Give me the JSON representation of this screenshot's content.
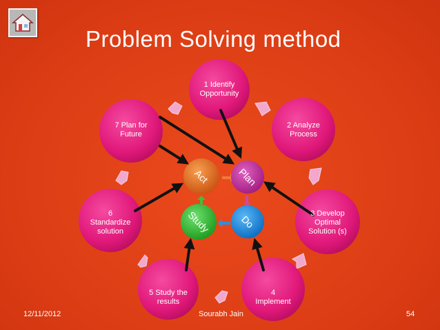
{
  "title": "Problem Solving method",
  "home_icon": "home-icon",
  "nodes": [
    {
      "id": "1",
      "text": "1 Identify Opportunity",
      "lines": [
        "1 Identify",
        "Opportunity"
      ]
    },
    {
      "id": "2",
      "text": "2 Analyze Process",
      "lines": [
        "2 Analyze",
        "Process"
      ]
    },
    {
      "id": "3",
      "text": "3 Develop Optimal Solution (s)",
      "lines": [
        "3 Develop",
        "Optimal",
        "Solution (s)"
      ]
    },
    {
      "id": "4",
      "text": "4 Implement",
      "lines": [
        "4",
        "Implement"
      ]
    },
    {
      "id": "5",
      "text": "5 Study the results",
      "lines": [
        "5 Study the",
        "results"
      ]
    },
    {
      "id": "6",
      "text": "6 Standardize solution",
      "lines": [
        "6",
        "Standardize",
        "solution"
      ]
    },
    {
      "id": "7",
      "text": "7 Plan for Future",
      "lines": [
        "7 Plan for",
        "Future"
      ]
    }
  ],
  "pdsa": {
    "plan": "Plan",
    "do": "Do",
    "study": "Study",
    "act": "Act"
  },
  "colors": {
    "background": "#e0401a",
    "outer_node": "#e8187a",
    "plan": "#c8309a",
    "do": "#1a8fe0",
    "study": "#2eb82e",
    "act": "#e06a18",
    "chevron": "#f2a8c8"
  },
  "footer": {
    "date": "12/11/2012",
    "author": "Sourabh Jain",
    "page": "54"
  }
}
